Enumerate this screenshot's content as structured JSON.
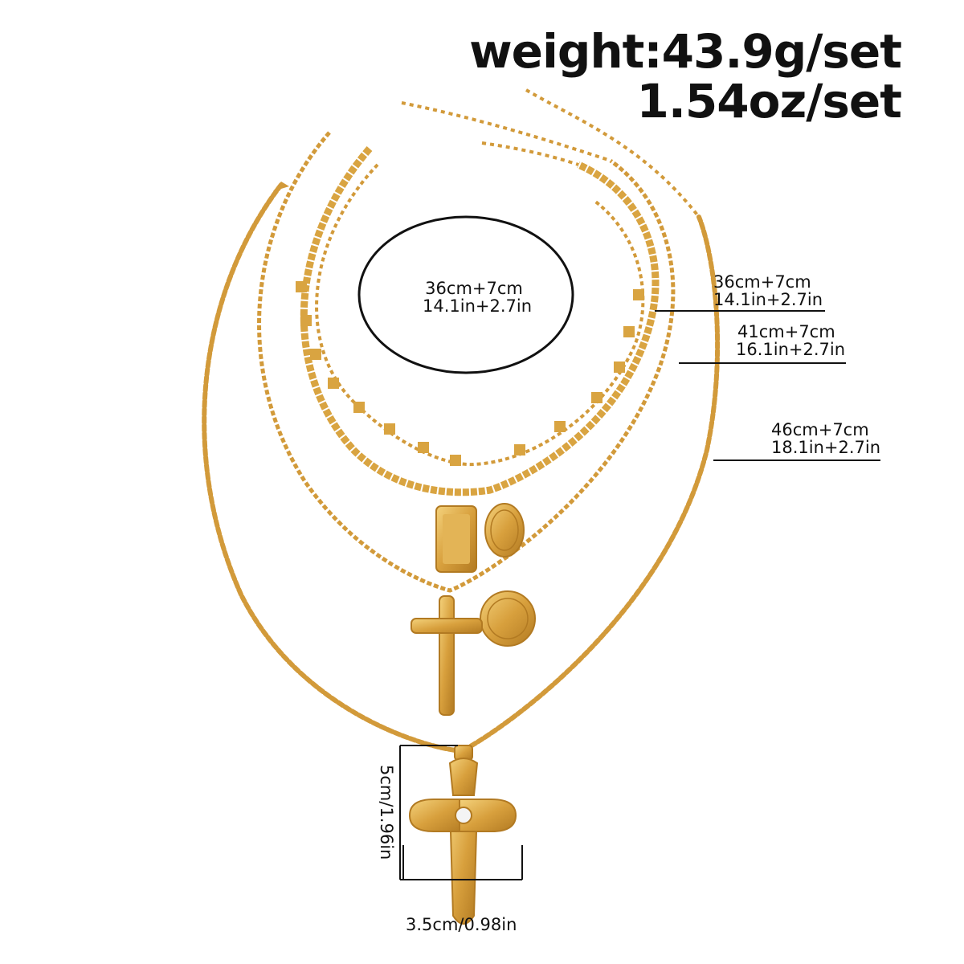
{
  "header": {
    "weight": "weight:43.9g/set",
    "ounces": "1.54oz/set"
  },
  "inner_label": {
    "cm": "36cm+7cm",
    "in": "14.1in+2.7in"
  },
  "side_labels": [
    {
      "cm": "36cm+7cm",
      "in": "14.1in+2.7in"
    },
    {
      "cm": "41cm+7cm",
      "in": "16.1in+2.7in"
    },
    {
      "cm": "46cm+7cm",
      "in": "18.1in+2.7in"
    }
  ],
  "pendant": {
    "height": "5cm/1.96in",
    "width": "3.5cm/0.98in"
  },
  "colors": {
    "gold": "#d9a441",
    "gold_dark": "#b7832a",
    "gold_light": "#f2cf7a",
    "ink": "#111111"
  }
}
